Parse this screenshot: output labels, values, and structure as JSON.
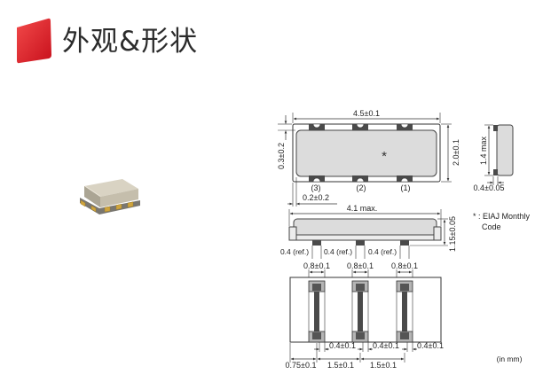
{
  "header": {
    "title": "外观&形状",
    "icon": "red-square-icon",
    "icon_color": "#d3121c"
  },
  "top_view": {
    "length": "4.5±0.1",
    "edge_offset": "0.3±0.2",
    "width": "2.0±0.1",
    "marking": "*",
    "terminal_labels": [
      "(3)",
      "(2)",
      "(1)"
    ],
    "terminal_offset": "0.2±0.2"
  },
  "end_view": {
    "height": "1.4 max",
    "terminal_thickness": "0.4±0.05"
  },
  "note": {
    "line1": "* : EIAJ Monthly",
    "line2": "Code"
  },
  "side_view": {
    "length": "4.1 max.",
    "height": "1.15±0.05",
    "terminal_refs": [
      "0.4 (ref.)",
      "0.4 (ref.)",
      "0.4 (ref.)"
    ]
  },
  "land_pattern": {
    "pad_widths": [
      "0.8±0.1",
      "0.8±0.1",
      "0.8±0.1"
    ],
    "gaps": [
      "0.4±0.1",
      "0.4±0.1",
      "0.4±0.1"
    ],
    "pitches": [
      "0.75±0.1",
      "1.5±0.1",
      "1.5±0.1"
    ]
  },
  "units": "(in mm)"
}
